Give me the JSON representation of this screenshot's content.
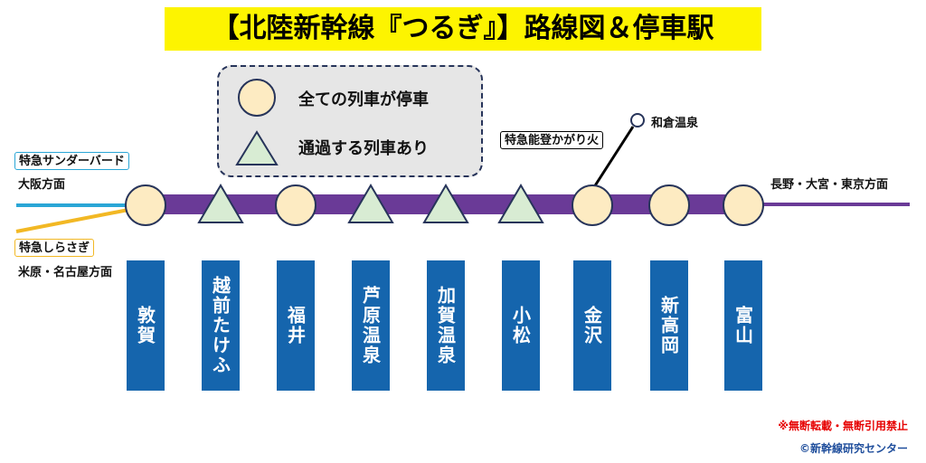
{
  "title": "【北陸新幹線『つるぎ』】路線図＆停車駅",
  "legend": {
    "all_stop": "全ての列車が停車",
    "some_pass": "通過する列車あり"
  },
  "left_lines": {
    "thunderbird_name": "特急サンダーバード",
    "thunderbird_dest": "大阪方面",
    "shirasagi_name": "特急しらさぎ",
    "shirasagi_dest": "米原・名古屋方面"
  },
  "noto_kagaribi": {
    "name": "特急能登かがり火",
    "dest": "和倉温泉"
  },
  "right_dest": "長野・大宮・東京方面",
  "stations": [
    {
      "name": "敦賀",
      "type": "all"
    },
    {
      "name": "越前たけふ",
      "type": "pass"
    },
    {
      "name": "福井",
      "type": "all"
    },
    {
      "name": "芦原温泉",
      "type": "pass"
    },
    {
      "name": "加賀温泉",
      "type": "pass"
    },
    {
      "name": "小松",
      "type": "pass"
    },
    {
      "name": "金沢",
      "type": "all"
    },
    {
      "name": "新高岡",
      "type": "all"
    },
    {
      "name": "富山",
      "type": "all"
    }
  ],
  "notice": "※無断転載・無断引用禁止",
  "credit": "©新幹線研究センター",
  "colors": {
    "main_line": "#6a3a97",
    "thunderbird_line": "#2aa6d6",
    "shirasagi_line": "#f2b824",
    "station_box": "#1565ad",
    "circle_fill": "#fdebc2",
    "triangle_fill": "#d8ecd3",
    "title_bg": "#fdf400"
  }
}
